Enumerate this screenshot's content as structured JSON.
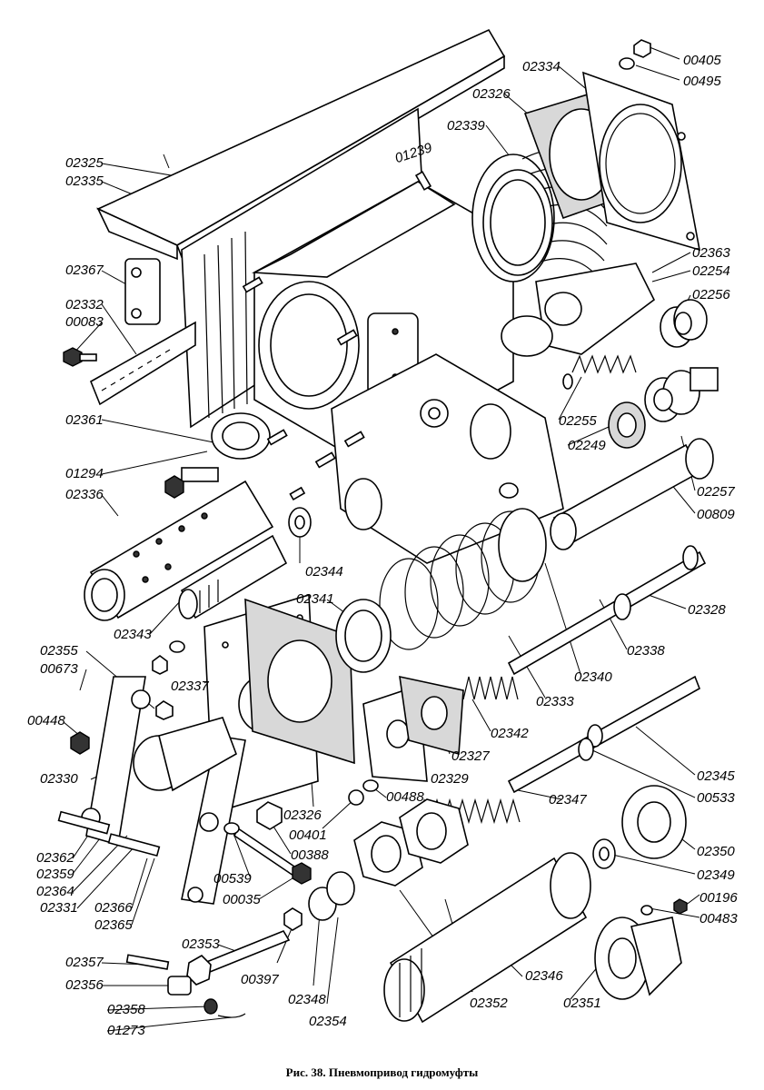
{
  "caption": "Рис. 38. Пневмопривод гидромуфты",
  "labels": [
    "02325",
    "02335",
    "02367",
    "02332",
    "00083",
    "02361",
    "01294",
    "02336",
    "02343",
    "02355",
    "00673",
    "00448",
    "02330",
    "02362",
    "02359",
    "02364",
    "02331",
    "02366",
    "02365",
    "02357",
    "02356",
    "02358",
    "01273",
    "02353",
    "00397",
    "02348",
    "02354",
    "00035",
    "00539",
    "00388",
    "00401",
    "00488",
    "02326",
    "02329",
    "02327",
    "02337",
    "02341",
    "02344",
    "02333",
    "02340",
    "02342",
    "02347",
    "02352",
    "02346",
    "02351",
    "02345",
    "00533",
    "02350",
    "02349",
    "00196",
    "00483",
    "02328",
    "02338",
    "02257",
    "00809",
    "02255",
    "02249",
    "02256",
    "02363",
    "02254",
    "02339",
    "02334",
    "00405",
    "00495",
    "01239"
  ]
}
